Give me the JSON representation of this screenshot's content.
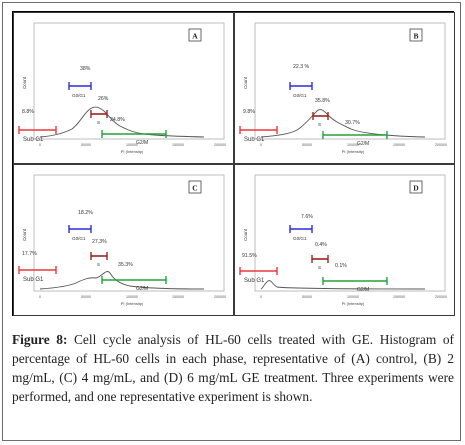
{
  "panels": [
    {
      "id": "A",
      "letter": "A",
      "subg1": "8.8%",
      "g0g1": "38%",
      "s": "26%",
      "g2m": "24.8%"
    },
    {
      "id": "B",
      "letter": "B",
      "subg1": "9.8%",
      "g0g1": "22.3 %",
      "s": "35.8%",
      "g2m": "30.7%"
    },
    {
      "id": "C",
      "letter": "C",
      "subg1": "17.7%",
      "g0g1": "18.2%",
      "s": "27.3%",
      "g2m": "35.3%"
    },
    {
      "id": "D",
      "letter": "D",
      "subg1": "91.5%",
      "g0g1": "7.6%",
      "s": "0.4%",
      "g2m": "0.1%"
    }
  ],
  "gate_labels": {
    "subg1": "Sub G1",
    "g0g1": "G0/G1",
    "s": "S",
    "g2m": "G2/M"
  },
  "axes": {
    "ylabel": "Count",
    "xlabel": "PI (Intensity)",
    "xticks": [
      "0",
      "50000",
      "100000",
      "150000",
      "200000"
    ]
  },
  "colors": {
    "subg1": "#e8383a",
    "g0g1": "#2c2cd8",
    "s": "#9b2420",
    "g2m": "#22a33a",
    "histogram": "#555555"
  },
  "caption": {
    "label": "Figure 8:",
    "text": " Cell cycle analysis of HL-60 cells treated with GE. Histogram of percentage of HL-60 cells in each phase, representative of (A) control, (B) 2 mg/mL, (C) 4 mg/mL, and (D) 6 mg/mL GE treatment. Three experiments were performed, and one representative experiment is shown."
  }
}
